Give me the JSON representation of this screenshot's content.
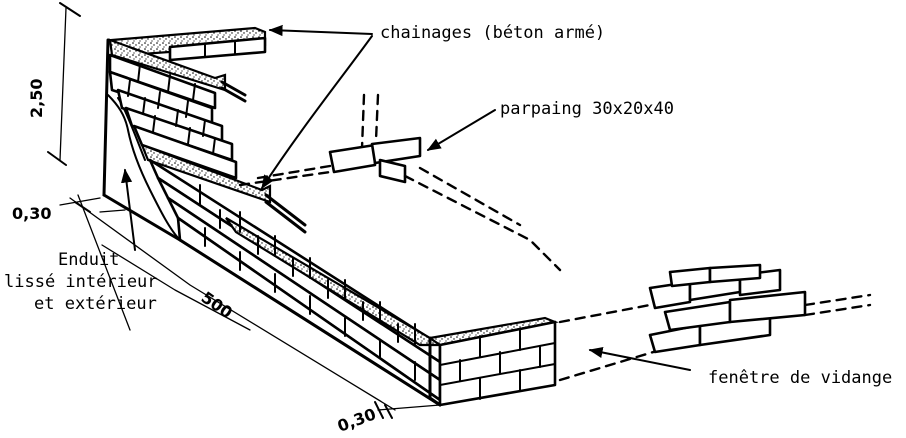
{
  "diagram": {
    "title": "Mur en parpaings — fosse / bassin",
    "labels": {
      "chainages": "chainages (béton armé)",
      "parpaing": "parpaing 30x20x40",
      "enduit_line1": "Enduit",
      "enduit_line2": "lissé intérieur",
      "enduit_line3": "et extérieur",
      "fenetre": "fenêtre de vidange"
    },
    "dimensions": {
      "height": "2,50",
      "length": "500",
      "thickness_top": "0,30",
      "thickness_bottom": "0,30"
    },
    "colors": {
      "ink": "#000000",
      "paper": "#ffffff"
    }
  }
}
